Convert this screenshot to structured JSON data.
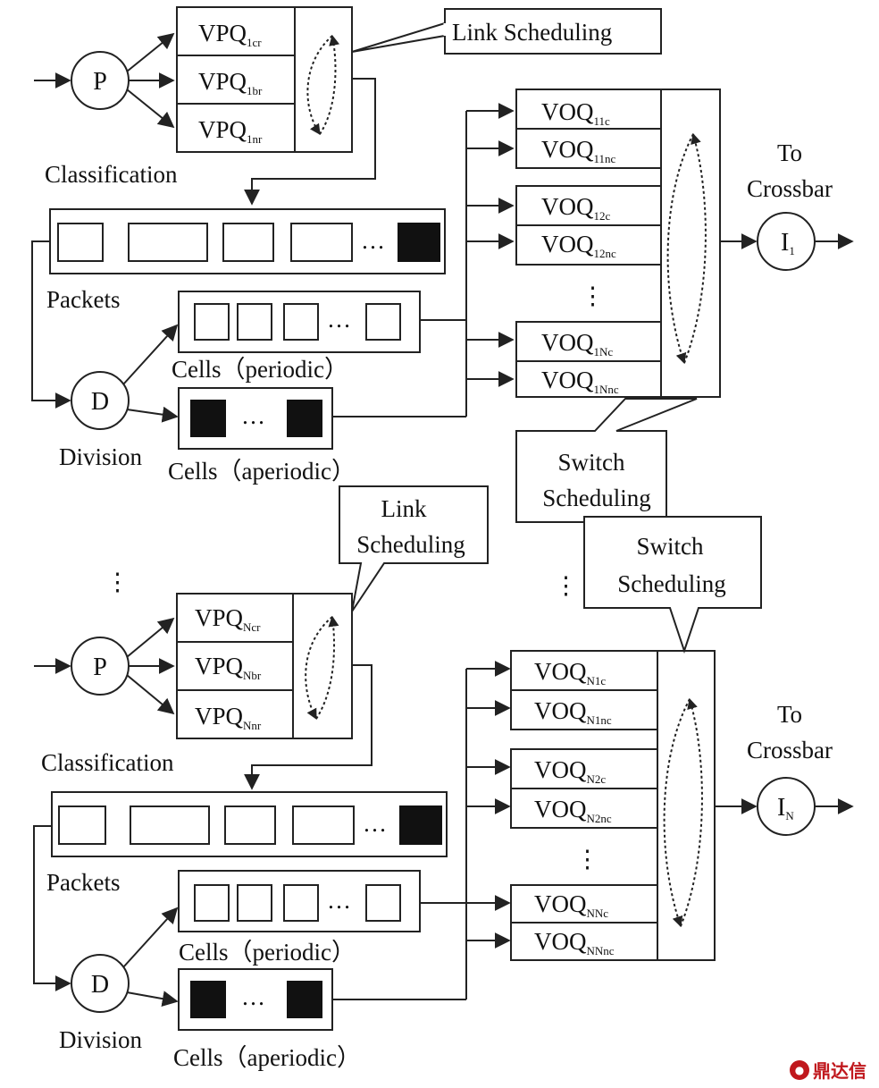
{
  "group1": {
    "vpq": [
      {
        "base": "VPQ",
        "sub": "1cr"
      },
      {
        "base": "VPQ",
        "sub": "1br"
      },
      {
        "base": "VPQ",
        "sub": "1nr"
      }
    ],
    "input_node": "P",
    "division_node": "D",
    "output_node": {
      "base": "I",
      "sub": "1"
    },
    "link_callout": "Link Scheduling",
    "switch_callout": [
      "Switch",
      "Scheduling"
    ],
    "voq": [
      {
        "base": "VOQ",
        "sub": "11c"
      },
      {
        "base": "VOQ",
        "sub": "11nc"
      },
      {
        "base": "VOQ",
        "sub": "12c"
      },
      {
        "base": "VOQ",
        "sub": "12nc"
      },
      {
        "base": "VOQ",
        "sub": "1Nc"
      },
      {
        "base": "VOQ",
        "sub": "1Nnc"
      }
    ]
  },
  "group2": {
    "vpq": [
      {
        "base": "VPQ",
        "sub": "Ncr"
      },
      {
        "base": "VPQ",
        "sub": "Nbr"
      },
      {
        "base": "VPQ",
        "sub": "Nnr"
      }
    ],
    "input_node": "P",
    "division_node": "D",
    "output_node": {
      "base": "I",
      "sub": "N"
    },
    "link_callout": [
      "Link",
      "Scheduling"
    ],
    "switch_callout": [
      "Switch",
      "Scheduling"
    ],
    "voq": [
      {
        "base": "VOQ",
        "sub": "N1c"
      },
      {
        "base": "VOQ",
        "sub": "N1nc"
      },
      {
        "base": "VOQ",
        "sub": "N2c"
      },
      {
        "base": "VOQ",
        "sub": "N2nc"
      },
      {
        "base": "VOQ",
        "sub": "NNc"
      },
      {
        "base": "VOQ",
        "sub": "NNnc"
      }
    ]
  },
  "labels": {
    "classification": "Classification",
    "packets": "Packets",
    "division": "Division",
    "cells_periodic": "Cells（periodic）",
    "cells_aperiodic": "Cells（aperiodic）",
    "to": "To",
    "crossbar": "Crossbar",
    "ellipsis": "…",
    "vdots": "⋮"
  },
  "watermark": {
    "icon": "wechat-icon",
    "text": "鼎达信"
  }
}
